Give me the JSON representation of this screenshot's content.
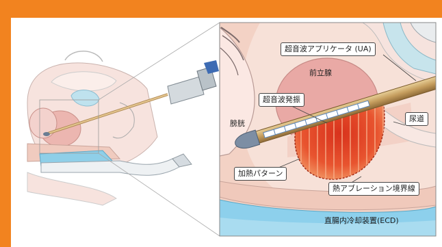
{
  "labels": {
    "ua": "超音波アプリケータ (UA)",
    "prostate": "前立腺",
    "transducer": "超音波発振",
    "bladder": "膀胱",
    "urethra": "尿道",
    "heating_pattern": "加熱パターン",
    "ablation_boundary": "熱アブレーション境界線",
    "ecd": "直腸内冷却装置(ECD)"
  },
  "colors": {
    "frame": "#f2831f",
    "tissue": "#f6dcd2",
    "organ": "#eab3ac",
    "heat": "#e8452b",
    "cooling": "#8dd0ec",
    "applicator": "#c9a56c"
  }
}
